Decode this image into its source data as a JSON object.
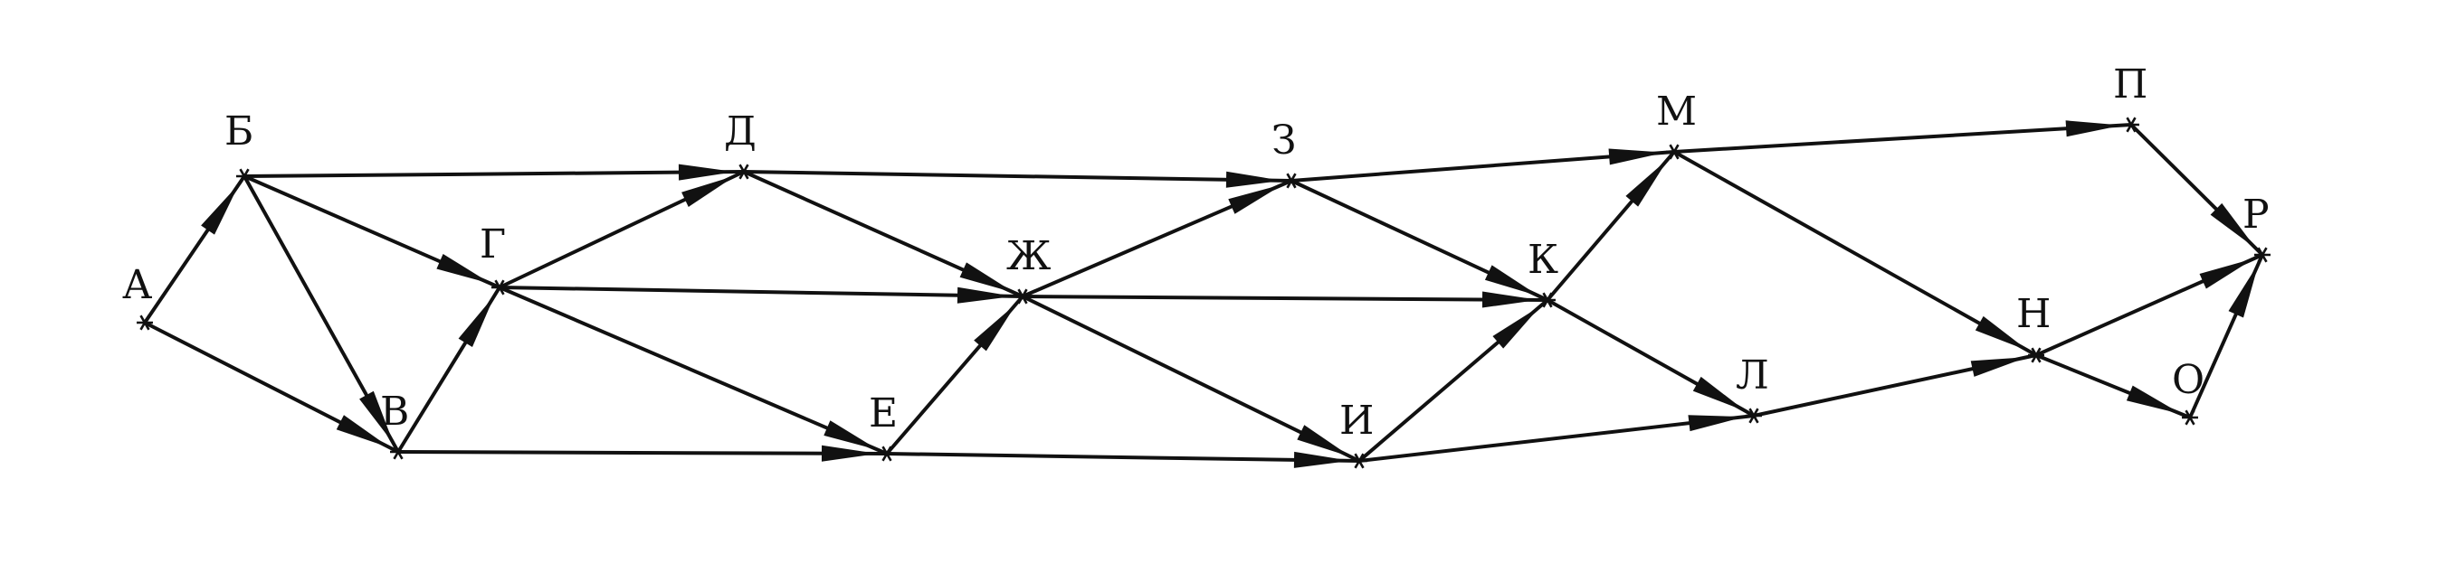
{
  "graph": {
    "nodes": [
      {
        "id": "A",
        "label": "А"
      },
      {
        "id": "B",
        "label": "Б"
      },
      {
        "id": "V",
        "label": "В"
      },
      {
        "id": "G",
        "label": "Г"
      },
      {
        "id": "D",
        "label": "Д"
      },
      {
        "id": "E",
        "label": "Е"
      },
      {
        "id": "ZH",
        "label": "Ж"
      },
      {
        "id": "Z",
        "label": "З"
      },
      {
        "id": "I",
        "label": "И"
      },
      {
        "id": "K",
        "label": "К"
      },
      {
        "id": "L",
        "label": "Л"
      },
      {
        "id": "M",
        "label": "М"
      },
      {
        "id": "N",
        "label": "Н"
      },
      {
        "id": "P",
        "label": "П"
      },
      {
        "id": "O",
        "label": "О"
      },
      {
        "id": "R",
        "label": "Р"
      }
    ],
    "edges": [
      {
        "from": "A",
        "to": "B"
      },
      {
        "from": "A",
        "to": "V"
      },
      {
        "from": "B",
        "to": "V"
      },
      {
        "from": "B",
        "to": "G"
      },
      {
        "from": "B",
        "to": "D"
      },
      {
        "from": "V",
        "to": "G"
      },
      {
        "from": "V",
        "to": "E"
      },
      {
        "from": "G",
        "to": "D"
      },
      {
        "from": "G",
        "to": "ZH"
      },
      {
        "from": "G",
        "to": "E"
      },
      {
        "from": "D",
        "to": "ZH"
      },
      {
        "from": "D",
        "to": "Z"
      },
      {
        "from": "E",
        "to": "ZH"
      },
      {
        "from": "E",
        "to": "I"
      },
      {
        "from": "ZH",
        "to": "Z"
      },
      {
        "from": "ZH",
        "to": "K"
      },
      {
        "from": "ZH",
        "to": "I"
      },
      {
        "from": "Z",
        "to": "M"
      },
      {
        "from": "Z",
        "to": "K"
      },
      {
        "from": "I",
        "to": "K"
      },
      {
        "from": "I",
        "to": "L"
      },
      {
        "from": "K",
        "to": "M"
      },
      {
        "from": "K",
        "to": "L"
      },
      {
        "from": "M",
        "to": "P"
      },
      {
        "from": "M",
        "to": "N"
      },
      {
        "from": "L",
        "to": "N"
      },
      {
        "from": "P",
        "to": "R"
      },
      {
        "from": "N",
        "to": "R"
      },
      {
        "from": "N",
        "to": "O"
      },
      {
        "from": "O",
        "to": "R"
      }
    ]
  }
}
